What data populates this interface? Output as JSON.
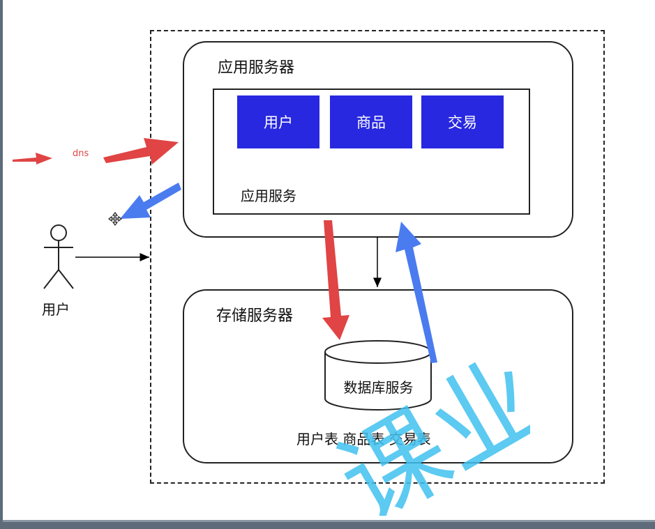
{
  "diagram": {
    "app_server": {
      "title": "应用服务器",
      "service_label": "应用服务",
      "modules": [
        "用户",
        "商品",
        "交易"
      ]
    },
    "storage_server": {
      "title": "存储服务器",
      "database_label": "数据库服务",
      "tables_label": "用户表 商品表 交易表"
    },
    "actor_label": "用户",
    "dns_label": "dns",
    "watermark_text": "课业"
  },
  "colors": {
    "module_fill": "#2828e0",
    "red_arrow": "#e04444",
    "blue_arrow": "#4a7cf0",
    "watermark": "#3fc1ee"
  }
}
